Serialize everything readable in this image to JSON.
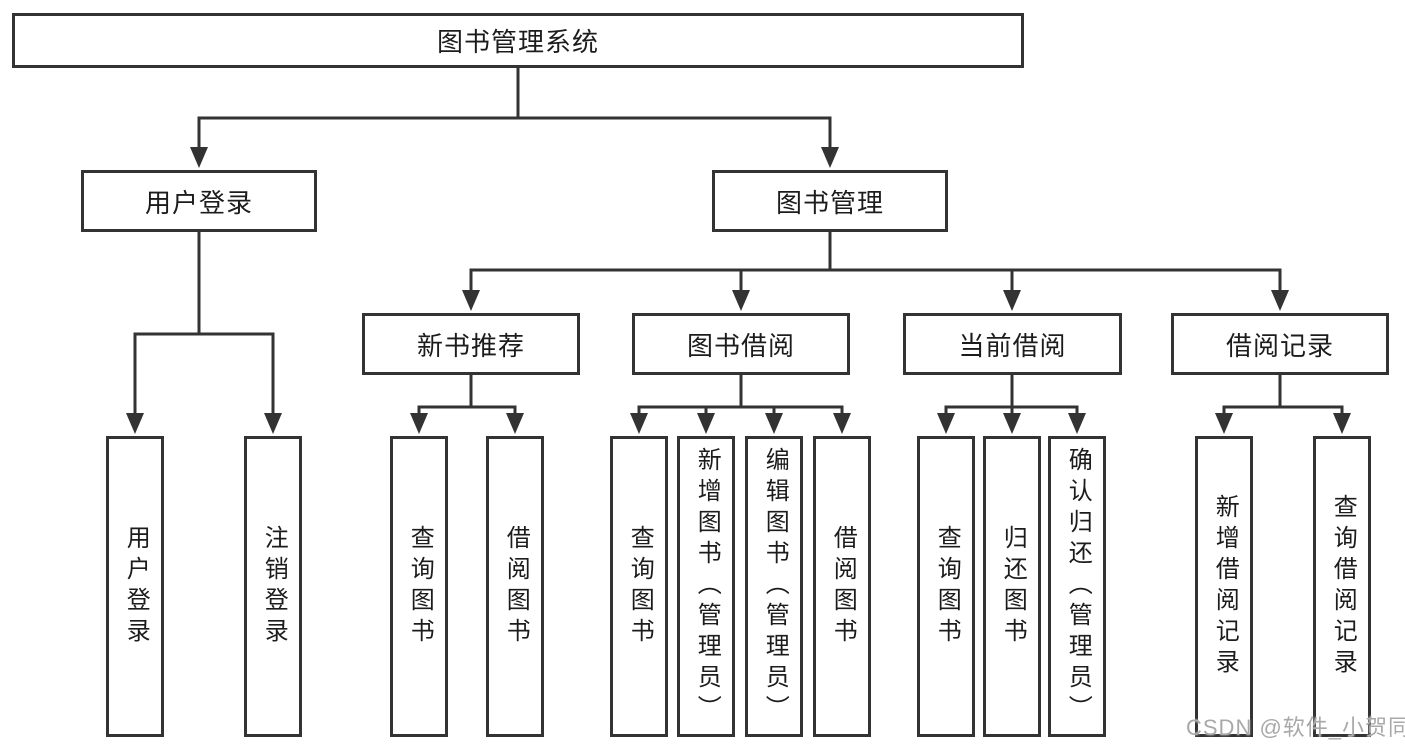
{
  "tree": {
    "label": "图书管理系统",
    "children": [
      {
        "label": "用户登录",
        "children": [
          {
            "label": "用户登录"
          },
          {
            "label": "注销登录"
          }
        ]
      },
      {
        "label": "图书管理",
        "children": [
          {
            "label": "新书推荐",
            "children": [
              {
                "label": "查询图书"
              },
              {
                "label": "借阅图书"
              }
            ]
          },
          {
            "label": "图书借阅",
            "children": [
              {
                "label": "查询图书"
              },
              {
                "label": "新增图书（管理员）"
              },
              {
                "label": "编辑图书（管理员）"
              },
              {
                "label": "借阅图书"
              }
            ]
          },
          {
            "label": "当前借阅",
            "children": [
              {
                "label": "查询图书"
              },
              {
                "label": "归还图书"
              },
              {
                "label": "确认归还（管理员）"
              }
            ]
          },
          {
            "label": "借阅记录",
            "children": [
              {
                "label": "新增借阅记录"
              },
              {
                "label": "查询借阅记录"
              }
            ]
          }
        ]
      }
    ]
  },
  "watermark": "CSDN @软件_小贺同学",
  "colors": {
    "line": "#333333",
    "text": "#1c1c1c",
    "background": "#ffffff",
    "watermark": "#a9a9a9"
  }
}
